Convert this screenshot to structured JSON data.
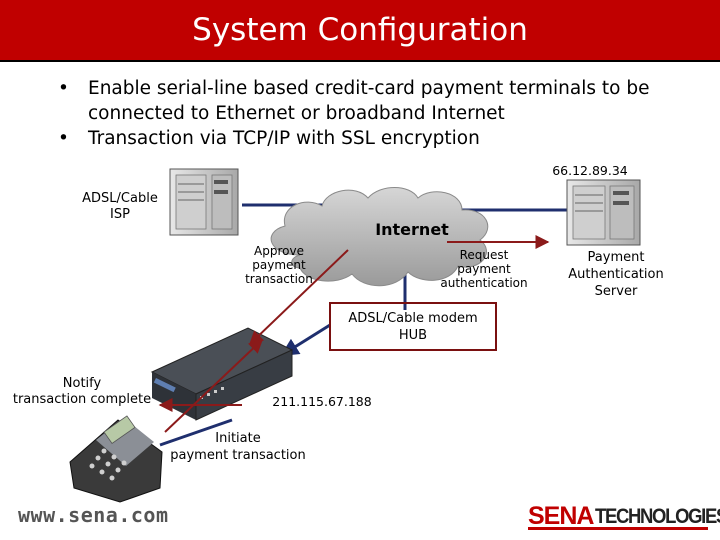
{
  "title": "System Configuration",
  "bullets": [
    "Enable serial-line based credit-card payment terminals to be connected to Ethernet or broadband Internet",
    "Transaction via TCP/IP with SSL encryption"
  ],
  "bullet_symbol": "•",
  "diagram": {
    "server_ip": "66.12.89.34",
    "isp_label": "ADSL/Cable\nISP",
    "internet_label": "Internet",
    "approve_label": "Approve\npayment\ntransaction",
    "request_label": "Request\npayment\nauthentication",
    "server_label": "Payment\nAuthentication\nServer",
    "hub_label": "ADSL/Cable modem\nHUB",
    "notify_label": "Notify\ntransaction complete",
    "device_ip": "211.115.67.188",
    "initiate_label": "Initiate\npayment transaction"
  },
  "footer": {
    "url": "www.sena.com",
    "logo_brand": "SENA",
    "logo_suffix": "TECHNOLOGIES"
  },
  "colors": {
    "title_bar": "#c00000",
    "network_line": "#1f2f6e",
    "flow_arrow": "#8b1a1a",
    "hub_box_border": "#7a1010"
  }
}
